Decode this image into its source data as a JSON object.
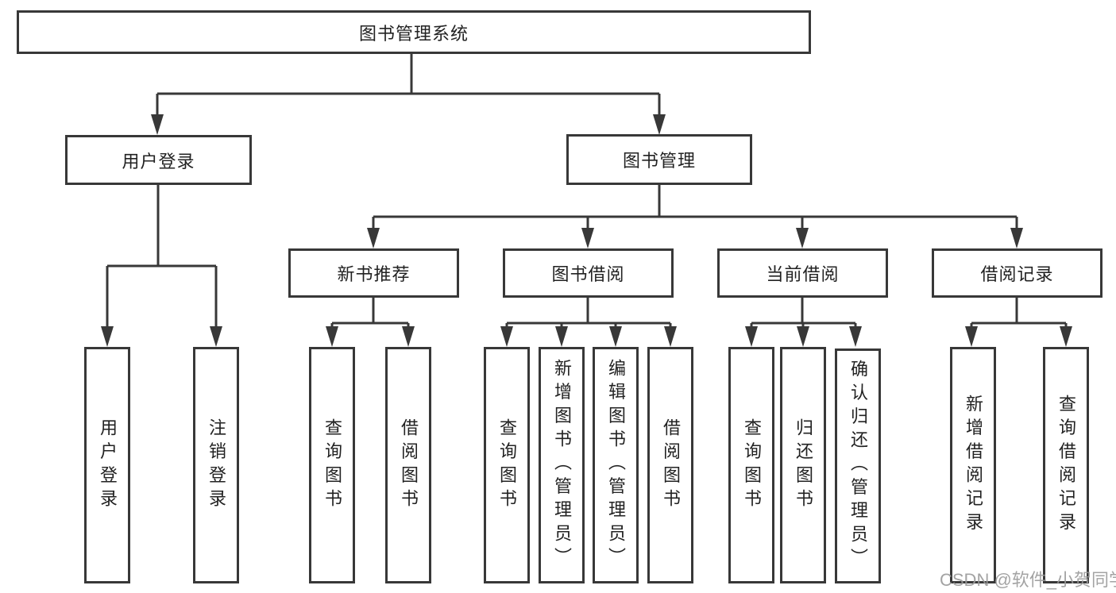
{
  "colors": {
    "line": "#383838",
    "text": "#222222",
    "watermark": "#9a9a9a",
    "bg": "#ffffff"
  },
  "tree": {
    "label": "图书管理系统",
    "children": [
      {
        "label": "用户登录",
        "children": [
          {
            "label": "用户登录"
          },
          {
            "label": "注销登录"
          }
        ]
      },
      {
        "label": "图书管理",
        "children": [
          {
            "label": "新书推荐",
            "children": [
              {
                "label": "查询图书"
              },
              {
                "label": "借阅图书"
              }
            ]
          },
          {
            "label": "图书借阅",
            "children": [
              {
                "label": "查询图书"
              },
              {
                "label": "新增图书（管理员）"
              },
              {
                "label": "编辑图书（管理员）"
              },
              {
                "label": "借阅图书"
              }
            ]
          },
          {
            "label": "当前借阅",
            "children": [
              {
                "label": "查询图书"
              },
              {
                "label": "归还图书"
              },
              {
                "label": "确认归还（管理员）"
              }
            ]
          },
          {
            "label": "借阅记录",
            "children": [
              {
                "label": "新增借阅记录"
              },
              {
                "label": "查询借阅记录"
              }
            ]
          }
        ]
      }
    ]
  },
  "watermark": {
    "text": "CSDN @软件_小贺同学"
  }
}
